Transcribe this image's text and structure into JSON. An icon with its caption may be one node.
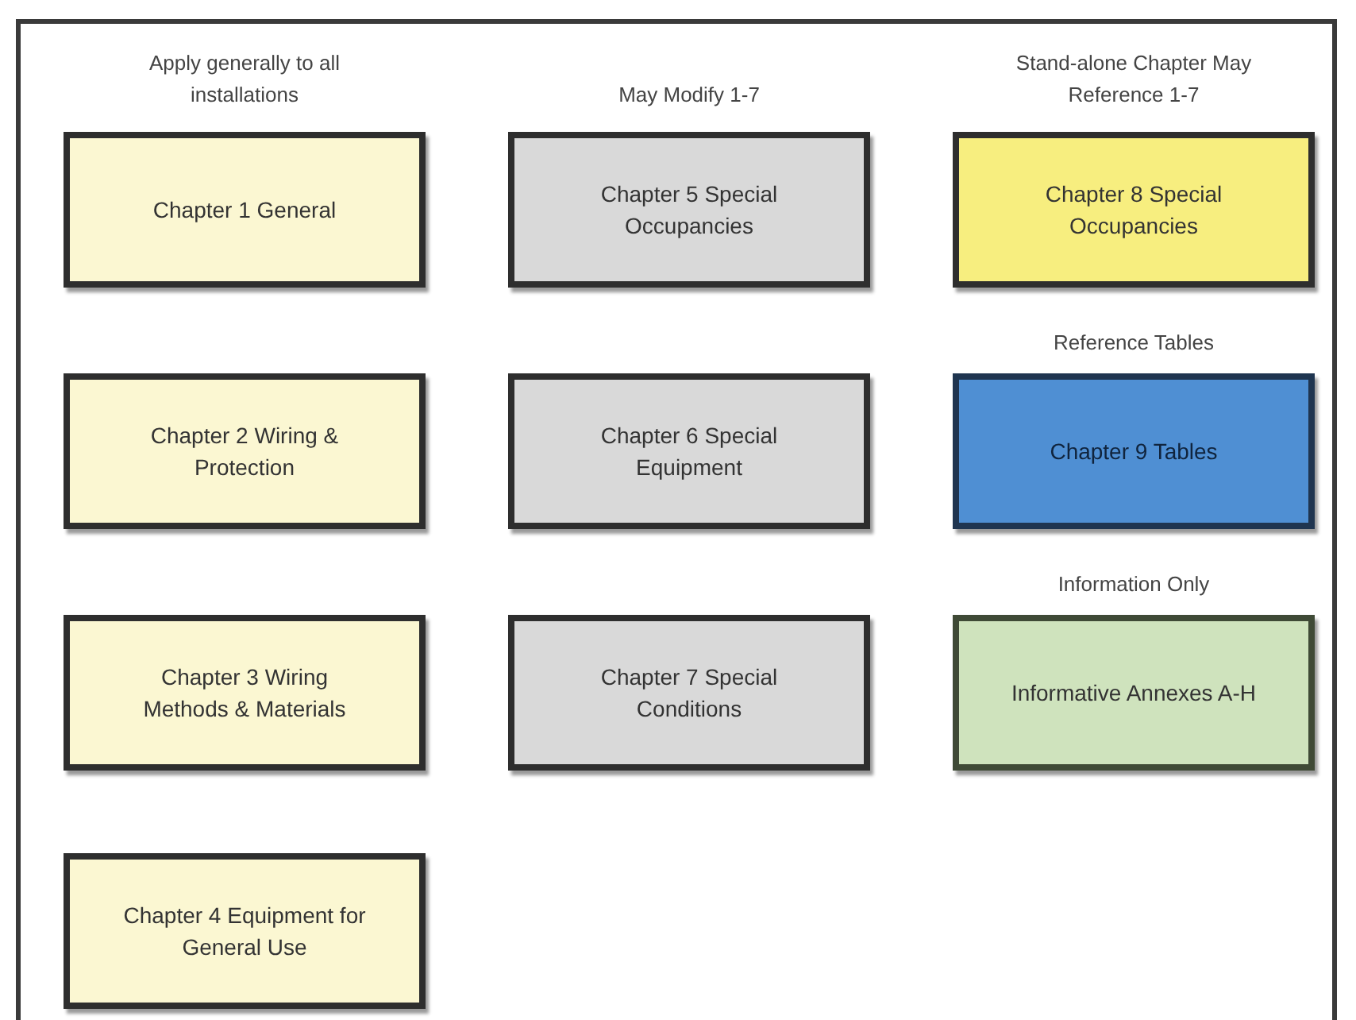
{
  "diagram": {
    "nodes": [
      {
        "text": [
          "Chapter 1 General"
        ]
      },
      {
        "text": [
          "Chapter 5 Special Occupancies"
        ]
      },
      {
        "text": [
          "Chapter 8 Special Occupancies"
        ]
      },
      {
        "text": [
          "Chapter 2 Wiring & Protection"
        ]
      },
      {
        "text": [
          "Chapter 6 Special Equipment"
        ]
      },
      {
        "text": [
          "Chapter 9 Tables"
        ]
      },
      {
        "text": [
          "Chapter 3 Wiring Methods & Materials"
        ]
      },
      {
        "text": [
          "Chapter 7 Special Conditions"
        ]
      },
      {
        "text": [
          "Informative Annexes A-H"
        ]
      },
      {
        "text": [
          "Chapter 4 Equipment for General Use"
        ]
      }
    ],
    "labels": [
      "Apply generally to all installations",
      "Stand-alone Chapter May Reference 1-7",
      "May Modify 1-7",
      "Reference Tables",
      "Information Only"
    ]
  }
}
